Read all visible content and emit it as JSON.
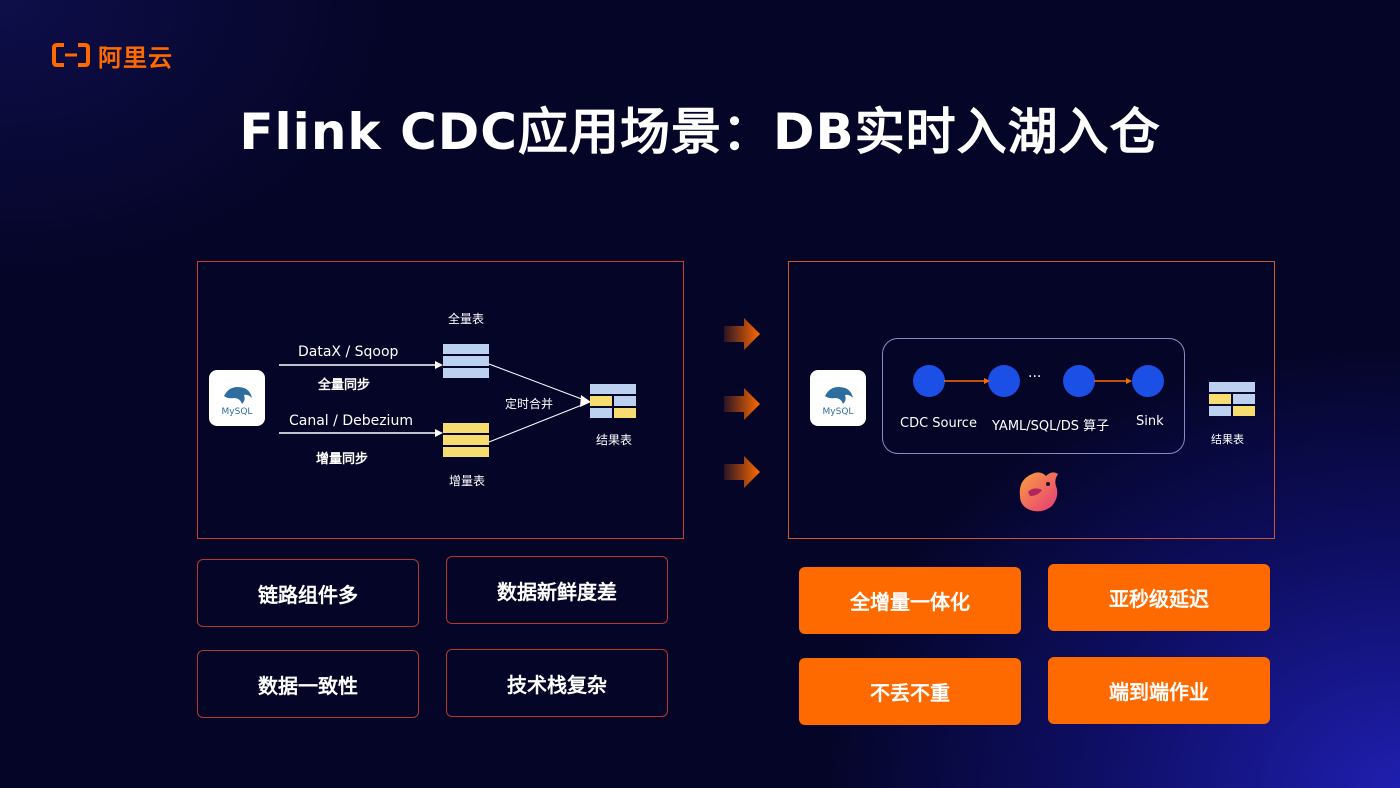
{
  "logo": {
    "text": "阿里云"
  },
  "title": "Flink CDC应用场景：DB实时入湖入仓",
  "left_diagram": {
    "source_logo": "MySQL",
    "full_tool": "DataX / Sqoop",
    "full_label": "全量同步",
    "incr_tool": "Canal / Debezium",
    "incr_label": "增量同步",
    "full_table": "全量表",
    "incr_table": "增量表",
    "merge": "定时合并",
    "result": "结果表"
  },
  "right_diagram": {
    "source_logo": "MySQL",
    "node_source": "CDC Source",
    "ellipsis": "···",
    "node_ops": "YAML/SQL/DS 算子",
    "node_sink": "Sink",
    "result": "结果表"
  },
  "problems": [
    "链路组件多",
    "数据新鲜度差",
    "数据一致性",
    "技术栈复杂"
  ],
  "benefits": [
    "全增量一体化",
    "亚秒级延迟",
    "不丢不重",
    "端到端作业"
  ],
  "colors": {
    "accent": "#ff6a00",
    "node": "#1c4fe6",
    "full_table": "#bcd0f0",
    "incr_table": "#f7dc6f",
    "border": "#c93b2a"
  }
}
